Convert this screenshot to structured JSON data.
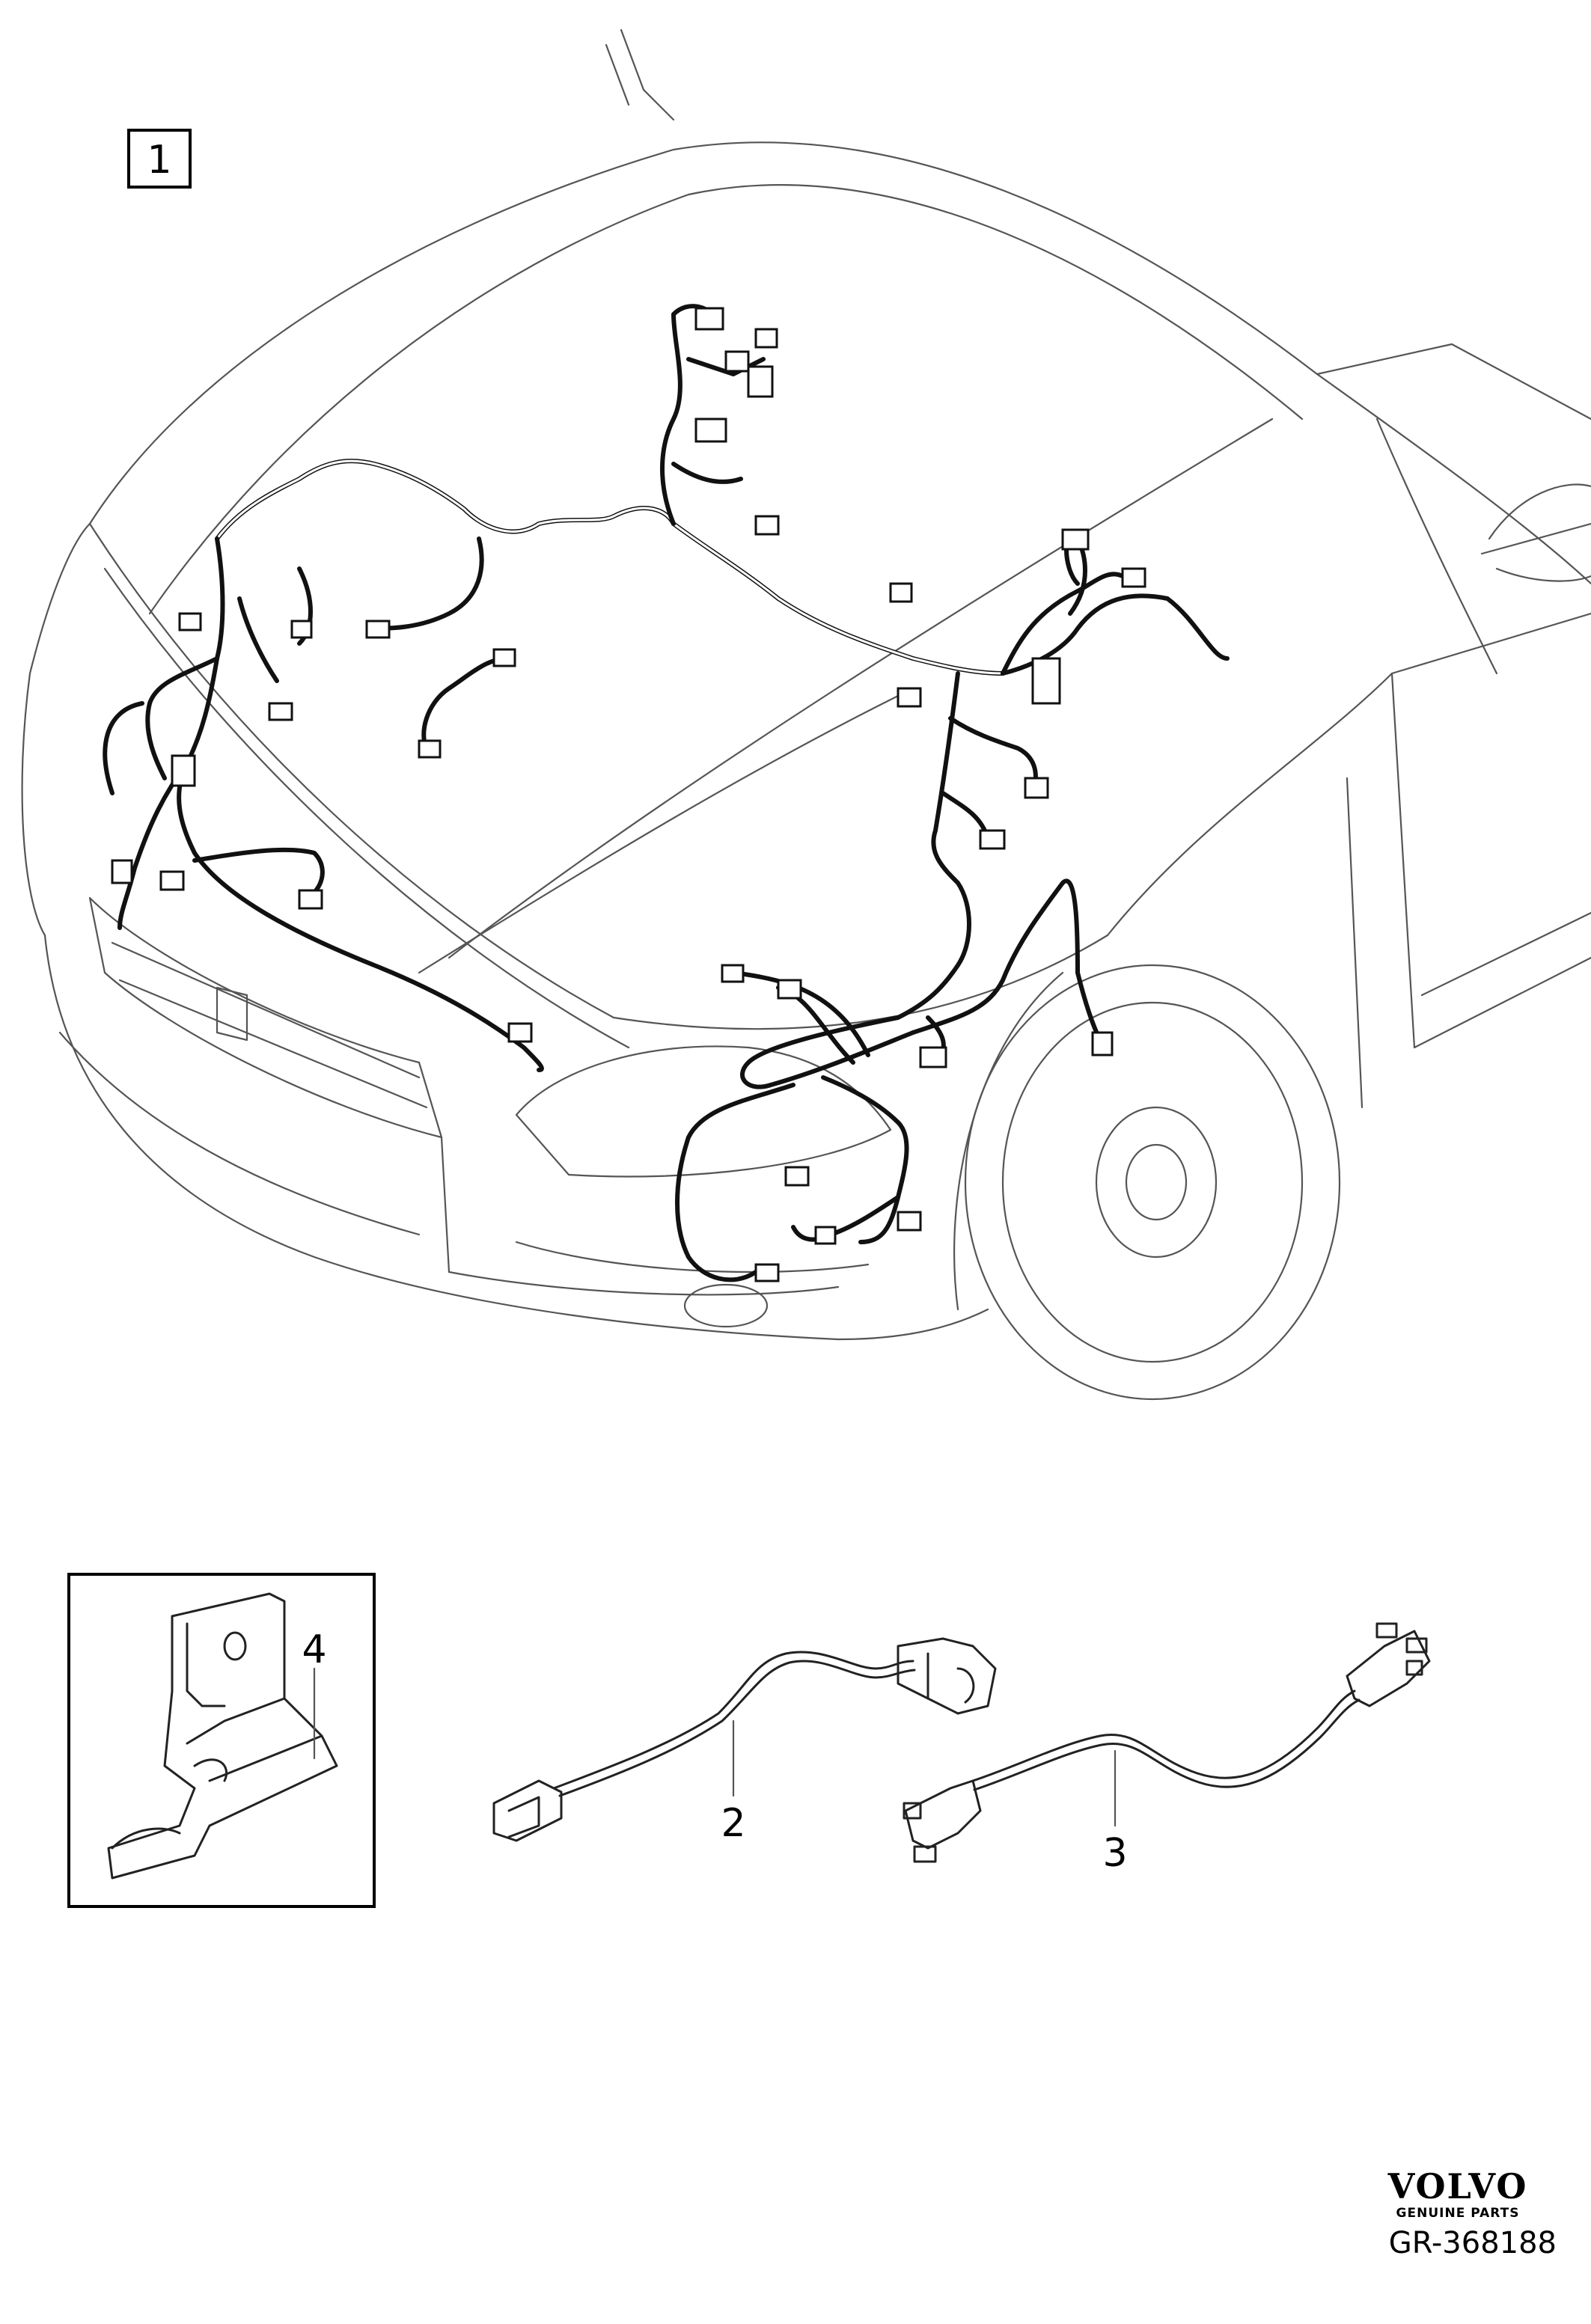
{
  "callouts": {
    "main": "1",
    "bracket": "4",
    "cable_a": "2",
    "cable_b": "3"
  },
  "brand": {
    "name": "VOLVO",
    "subtitle": "GENUINE PARTS"
  },
  "reference": "GR-368188"
}
